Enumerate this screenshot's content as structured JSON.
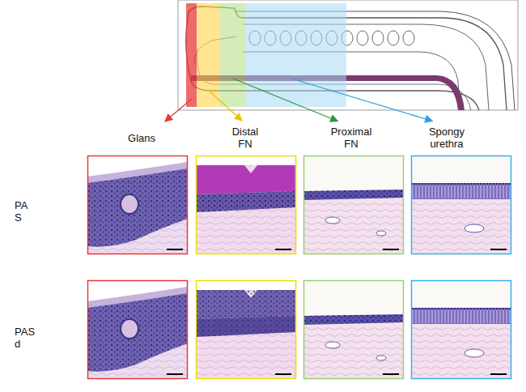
{
  "diagram": {
    "labels": [
      "Glans",
      "Distal FN",
      "Proximal FN",
      "Spongy urethra",
      "PAS",
      "PASd"
    ]
  }
}
